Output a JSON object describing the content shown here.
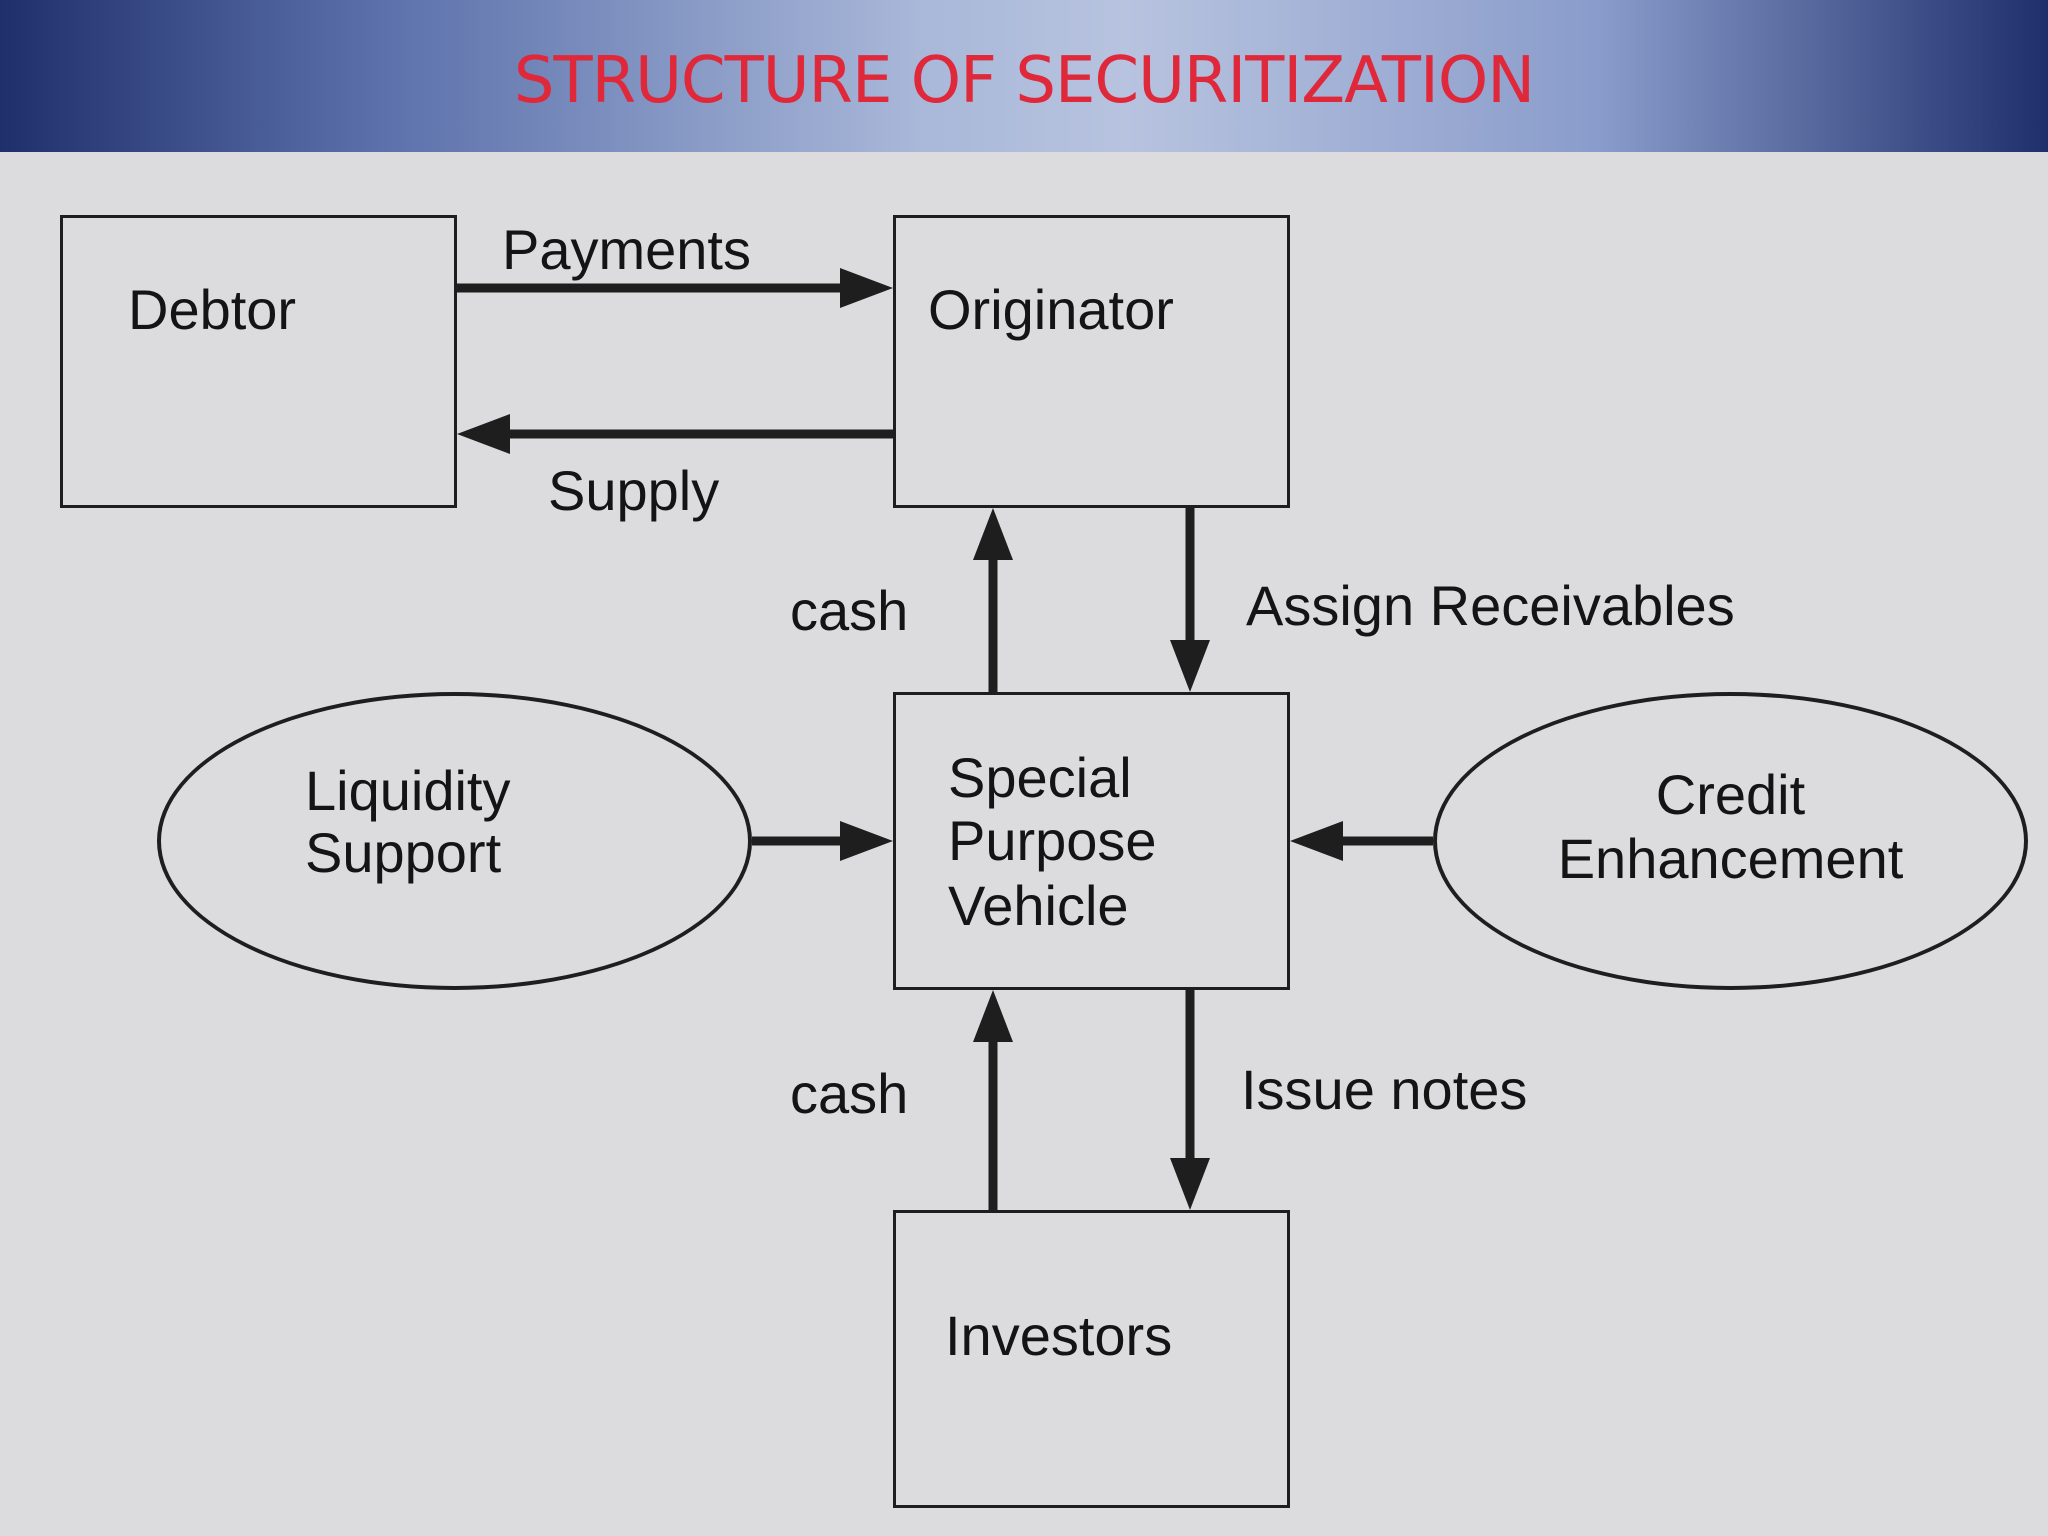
{
  "title": "STRUCTURE OF SECURITIZATION",
  "nodes": {
    "debtor": "Debtor",
    "originator": "Originator",
    "spv": [
      "Special",
      "Purpose",
      "Vehicle"
    ],
    "investors": "Investors",
    "liquidity": [
      "Liquidity",
      "Support"
    ],
    "credit": [
      "Credit",
      "Enhancement"
    ]
  },
  "edges": {
    "payments": "Payments",
    "supply": "Supply",
    "cash_top": "cash",
    "assign": "Assign Receivables",
    "cash_bottom": "cash",
    "issue": "Issue notes"
  },
  "colors": {
    "title": "#e0283b",
    "line": "#1e1e1e",
    "background": "#dcdcde"
  }
}
